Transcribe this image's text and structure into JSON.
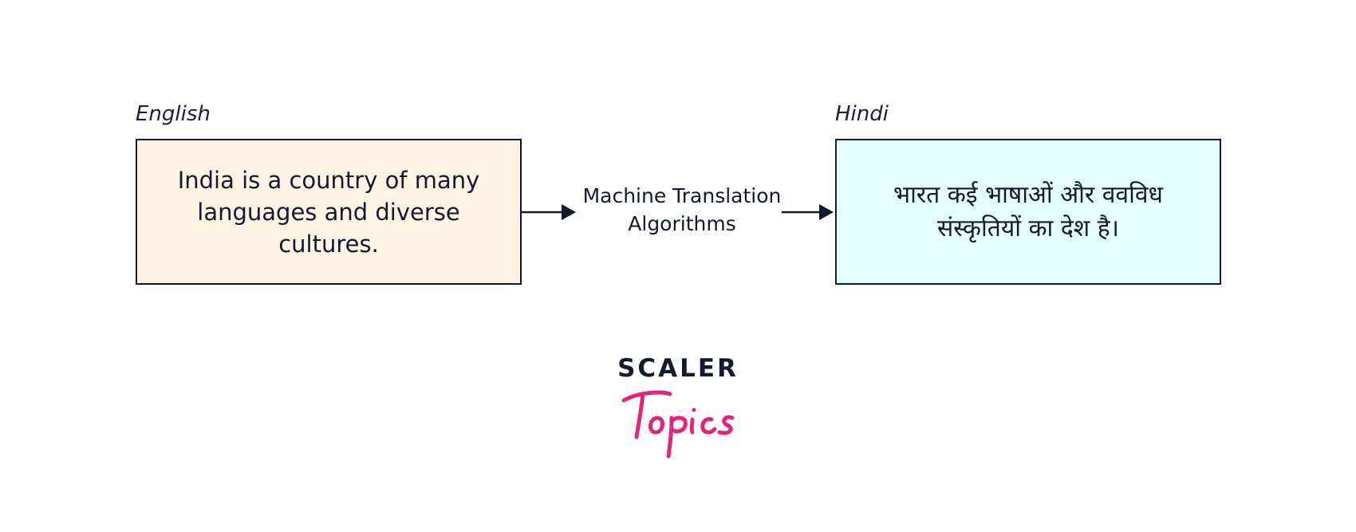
{
  "diagram": {
    "source": {
      "language": "English",
      "text": "India is a country of many languages and diverse cultures."
    },
    "process": {
      "label_line1": "Machine Translation",
      "label_line2": "Algorithms"
    },
    "target": {
      "language": "Hindi",
      "text": "भारत कई भाषाओं और ववविध संस्कृतियों का देश है।"
    }
  },
  "logo": {
    "wordmark": "SCALER",
    "script": "Topics",
    "colors": {
      "wordmark": "#14192e",
      "script": "#e0267a"
    }
  },
  "colors": {
    "source_box_fill": "#fdf4e4",
    "target_box_fill": "#e4fdfe",
    "stroke": "#14192e"
  }
}
